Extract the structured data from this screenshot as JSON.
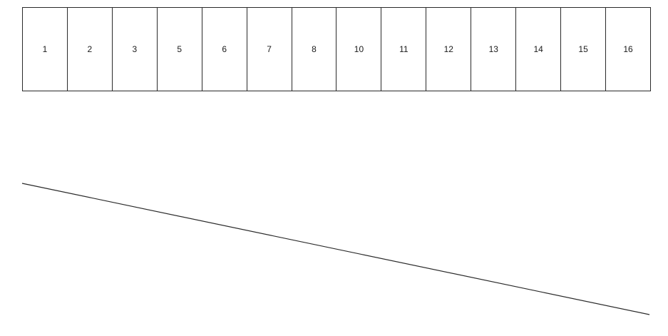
{
  "tiles": [
    "1",
    "2",
    "3",
    "5",
    "6",
    "7",
    "8",
    "10",
    "11",
    "12",
    "13",
    "14",
    "15",
    "16"
  ],
  "colors": {
    "stroke": "#2a2a2a",
    "text": "#1a1a1a",
    "background": "#ffffff"
  }
}
